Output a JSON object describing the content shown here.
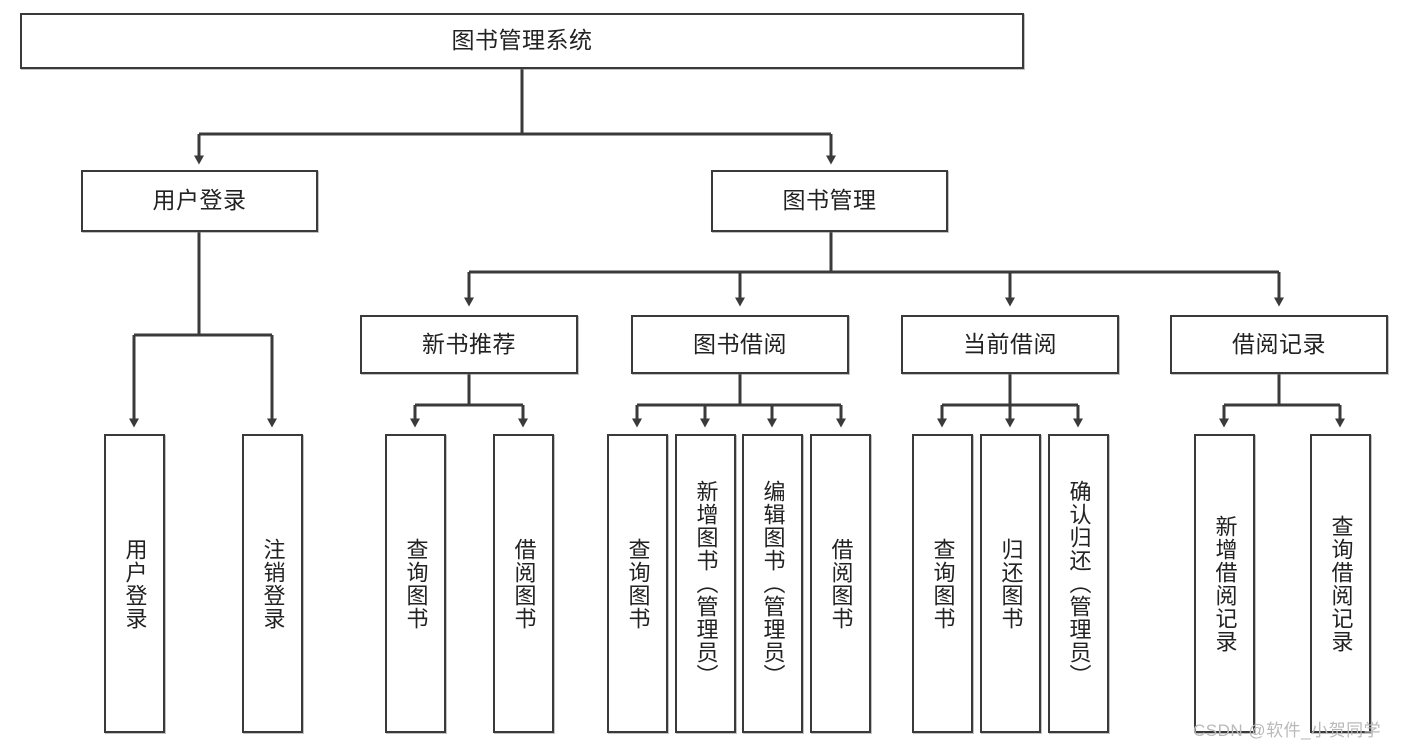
{
  "diagram": {
    "title": "图书管理系统",
    "type": "hierarchy-tree",
    "colors": {
      "border": "#3a3a3a",
      "background": "#ffffff",
      "text": "#222222",
      "watermark": "#b9b9b9"
    },
    "root": {
      "label": "图书管理系统"
    },
    "level2": [
      {
        "label": "用户登录"
      },
      {
        "label": "图书管理"
      }
    ],
    "level3": [
      {
        "label": "新书推荐"
      },
      {
        "label": "图书借阅"
      },
      {
        "label": "当前借阅"
      },
      {
        "label": "借阅记录"
      }
    ],
    "leaves": {
      "user_login": [
        {
          "label": "用户登录"
        },
        {
          "label": "注销登录"
        }
      ],
      "new_book_recommend": [
        {
          "label": "查询图书"
        },
        {
          "label": "借阅图书"
        }
      ],
      "book_borrow": [
        {
          "label": "查询图书"
        },
        {
          "label": "新增图书（管理员）"
        },
        {
          "label": "编辑图书（管理员）"
        },
        {
          "label": "借阅图书"
        }
      ],
      "current_borrow": [
        {
          "label": "查询图书"
        },
        {
          "label": "归还图书"
        },
        {
          "label": "确认归还（管理员）"
        }
      ],
      "borrow_record": [
        {
          "label": "新增借阅记录"
        },
        {
          "label": "查询借阅记录"
        }
      ]
    }
  },
  "watermark": {
    "text": "CSDN @软件_小贺同学"
  }
}
